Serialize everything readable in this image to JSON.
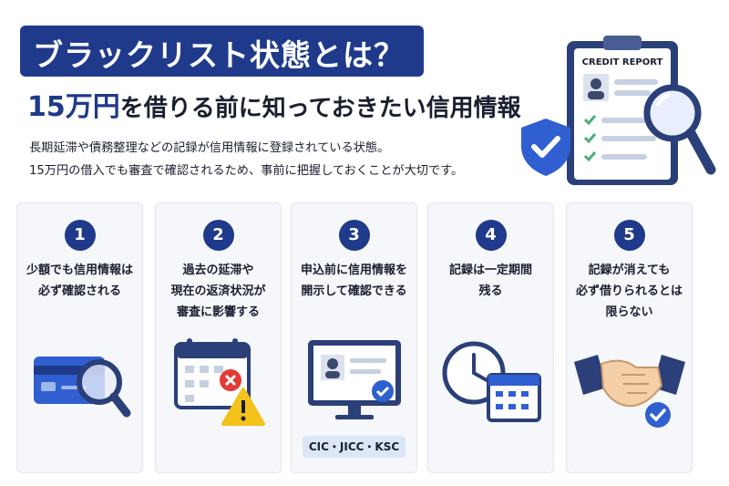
{
  "header": {
    "title": "ブラックリスト状態とは？",
    "subtitle_accent": "15万円",
    "subtitle_rest": "を借りる前に知っておきたい信用情報",
    "description": [
      "長期延滞や債務整理などの記録が信用情報に登録されている状態。",
      "15万円の借入でも審査で確認されるため、事前に把握しておくことが大切です。"
    ]
  },
  "illustration": {
    "report_label": "CREDIT REPORT",
    "icons": [
      "clipboard-icon",
      "shield-check-icon",
      "magnifier-icon"
    ]
  },
  "cards": [
    {
      "number": "1",
      "lines": [
        "少額でも信用情報は",
        "必ず確認される"
      ],
      "icon": "credit-card-magnifier-icon"
    },
    {
      "number": "2",
      "lines": [
        "過去の延滞や",
        "現在の返済状況が",
        "審査に影響する"
      ],
      "icon": "calendar-warning-icon"
    },
    {
      "number": "3",
      "lines": [
        "申込前に信用情報を",
        "開示して確認できる"
      ],
      "icon": "monitor-profile-icon",
      "badge": "CIC・JICC・KSC"
    },
    {
      "number": "4",
      "lines": [
        "記録は一定期間",
        "残る"
      ],
      "icon": "clock-calendar-icon"
    },
    {
      "number": "5",
      "lines": [
        "記録が消えても",
        "必ず借りられるとは",
        "限らない"
      ],
      "icon": "handshake-icon"
    }
  ],
  "colors": {
    "primary": "#1f3a8a",
    "accent_blue": "#2f5fd0",
    "check_green": "#4caf7a",
    "warning_yellow": "#f4c21b",
    "danger_red": "#e53935"
  }
}
